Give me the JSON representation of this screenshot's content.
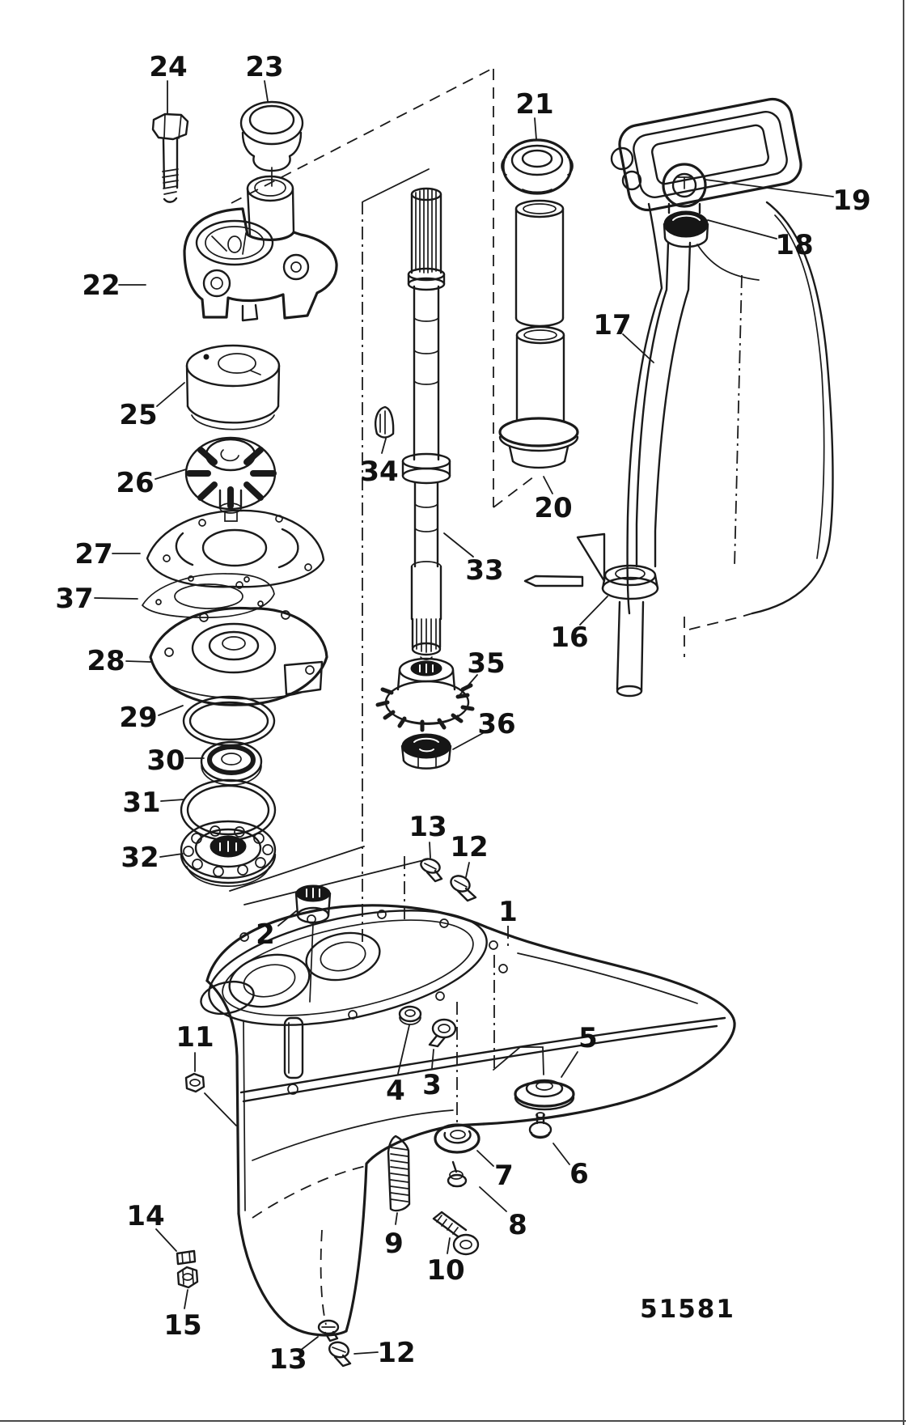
{
  "figure": {
    "part_number": "51581"
  },
  "callouts": [
    {
      "label": "24"
    },
    {
      "label": "23"
    },
    {
      "label": "21"
    },
    {
      "label": "19"
    },
    {
      "label": "18"
    },
    {
      "label": "22"
    },
    {
      "label": "17"
    },
    {
      "label": "25"
    },
    {
      "label": "34"
    },
    {
      "label": "26"
    },
    {
      "label": "20"
    },
    {
      "label": "27"
    },
    {
      "label": "33"
    },
    {
      "label": "37"
    },
    {
      "label": "16"
    },
    {
      "label": "28"
    },
    {
      "label": "35"
    },
    {
      "label": "29"
    },
    {
      "label": "36"
    },
    {
      "label": "30"
    },
    {
      "label": "31"
    },
    {
      "label": "13"
    },
    {
      "label": "12"
    },
    {
      "label": "32"
    },
    {
      "label": "1"
    },
    {
      "label": "2"
    },
    {
      "label": "11"
    },
    {
      "label": "5"
    },
    {
      "label": "3"
    },
    {
      "label": "4"
    },
    {
      "label": "7"
    },
    {
      "label": "6"
    },
    {
      "label": "14"
    },
    {
      "label": "8"
    },
    {
      "label": "9"
    },
    {
      "label": "10"
    },
    {
      "label": "15"
    },
    {
      "label": "13"
    },
    {
      "label": "12"
    }
  ]
}
